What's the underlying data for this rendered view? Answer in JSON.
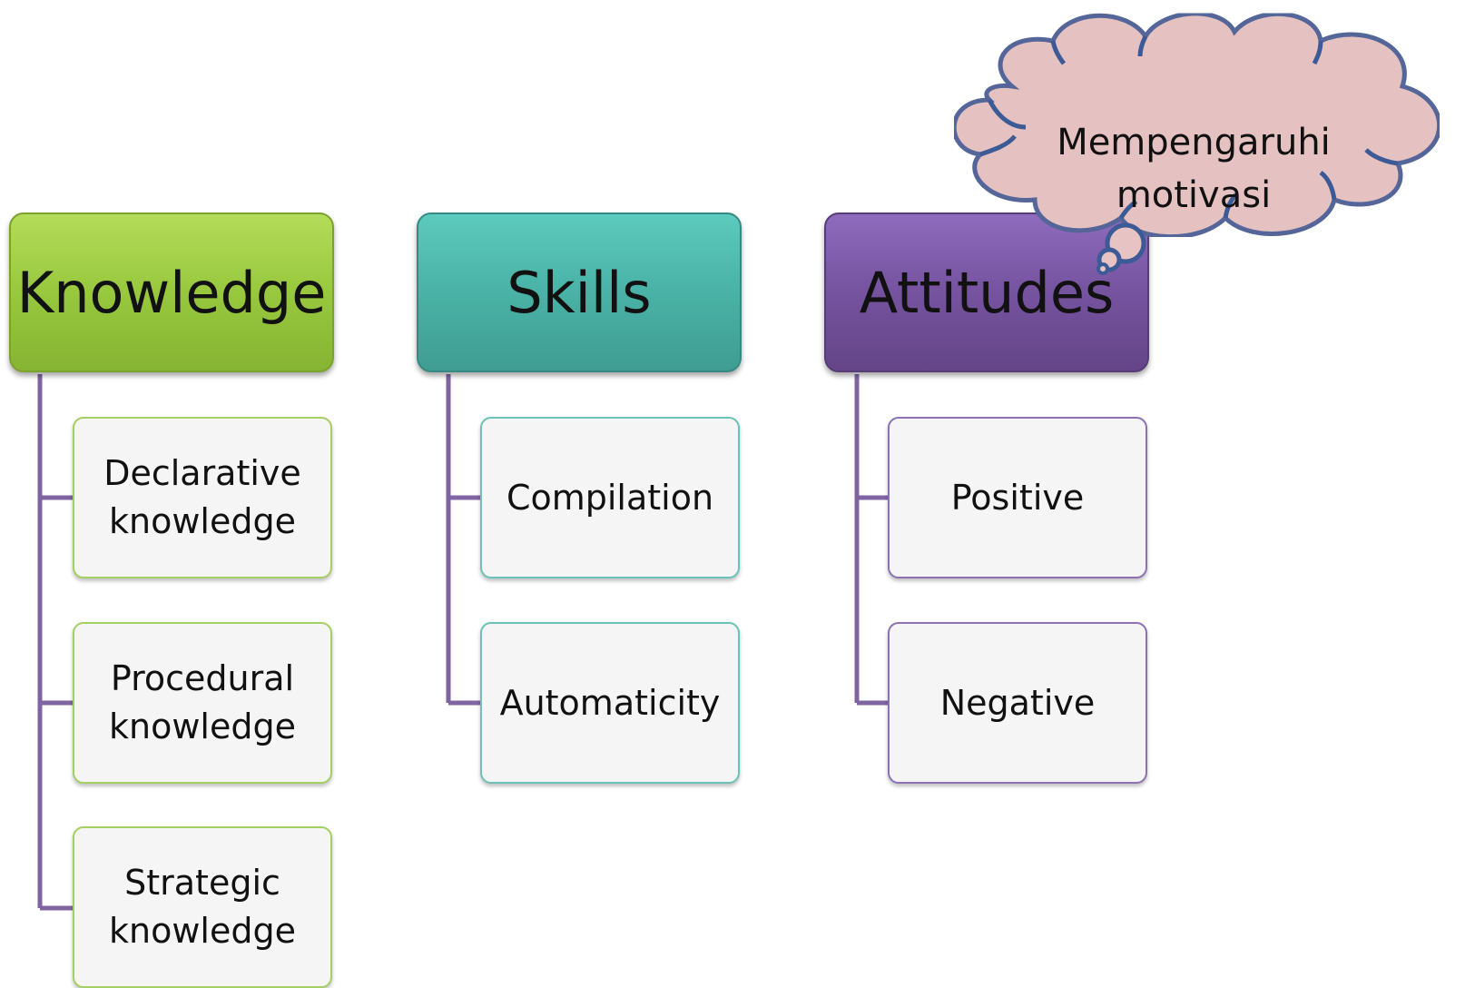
{
  "columns": [
    {
      "title": "Knowledge",
      "accent": "#98c83e",
      "items": [
        "Declarative knowledge",
        "Procedural knowledge",
        "Strategic knowledge"
      ]
    },
    {
      "title": "Skills",
      "accent": "#4ab2a6",
      "items": [
        "Compilation",
        "Automaticity"
      ]
    },
    {
      "title": "Attitudes",
      "accent": "#75539f",
      "items": [
        "Positive",
        "Negative"
      ]
    }
  ],
  "thought_bubble": {
    "text": "Mempengaruhi motivasi",
    "fill": "#e8c3c3",
    "outline": "#3c5a96"
  },
  "connector_color": "#8064a2"
}
